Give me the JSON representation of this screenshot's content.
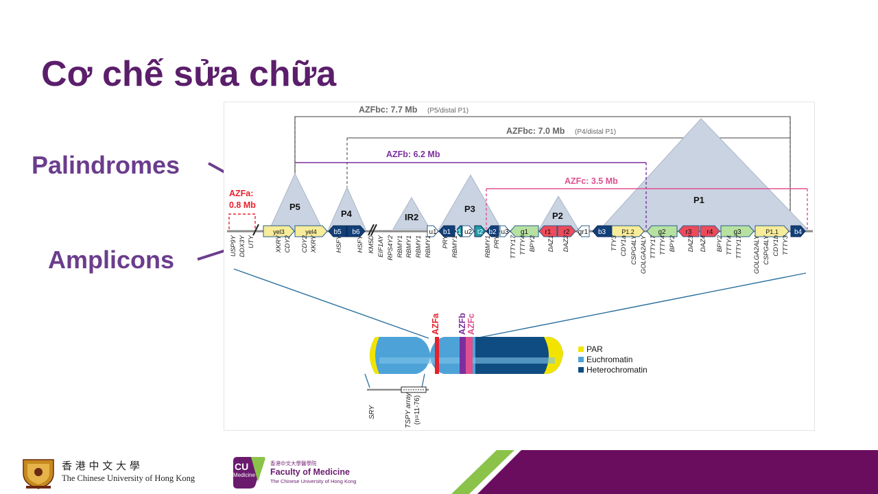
{
  "slide": {
    "title": "Cơ chế sửa chữa",
    "label_palindromes": "Palindromes",
    "label_amplicons": "Amplicons"
  },
  "diagram": {
    "spans": {
      "azfbc_77": "AZFbc: 7.7 Mb",
      "azfbc_77_note": "(P5/distal P1)",
      "azfbc_70": "AZFbc: 7.0 Mb",
      "azfbc_70_note": "(P4/distal P1)",
      "azfb": "AZFb: 6.2 Mb",
      "azfc": "AZFc: 3.5 Mb",
      "azfa_line1": "AZFa:",
      "azfa_line2": "0.8 Mb"
    },
    "palindromes": [
      "P5",
      "P4",
      "IR2",
      "P3",
      "P2",
      "P1"
    ],
    "segments": [
      "yel3",
      "yel4",
      "b5",
      "b6",
      "u1",
      "b1",
      "t1",
      "u2",
      "t2",
      "b2",
      "u3",
      "g1",
      "r1",
      "r2",
      "gr1",
      "b3",
      "P1.2",
      "g2",
      "r3",
      "r4",
      "g3",
      "P1.1",
      "b4"
    ],
    "genes": [
      "USP9Y",
      "DDX3Y",
      "UTY",
      "XKRY",
      "CDY2",
      "CDY2",
      "XKRY",
      "HSFY",
      "HSFY",
      "KM5D",
      "EIF1AY",
      "RPS4Y2",
      "RBMY1",
      "RBMY1",
      "RBMY1",
      "RBMY1",
      "PRY",
      "RBMY1",
      "RBMY1",
      "PRY",
      "TTTY17",
      "TTTY4",
      "BPY2",
      "DAZ1",
      "DAZ2",
      "TTY3",
      "CDY1a",
      "CSPG4LY",
      "GOLGA2ALY",
      "TTTY17",
      "TTTY4",
      "BPY2",
      "DAZ3",
      "DAZ4",
      "BPY2",
      "TTTY4",
      "TTTY17",
      "GOLGA2ALY",
      "CSPG4LY",
      "CDY1b",
      "TTTY3"
    ],
    "chromosome": {
      "band_azfa": "AZFa",
      "band_azfb": "AZFb",
      "band_azfc": "AZFc",
      "sry": "SRY",
      "tspy_line1": "TSPY array",
      "tspy_line2": "(n=11-76)"
    },
    "legend": [
      {
        "label": "PAR",
        "color": "#f3e400"
      },
      {
        "label": "Euchromatin",
        "color": "#4da3d8"
      },
      {
        "label": "Heterochromatin",
        "color": "#0f4c81"
      }
    ]
  },
  "footer": {
    "cuhk_chinese": "香 港 中 文 大 學",
    "cuhk_english": "The Chinese University of Hong Kong",
    "fom_logo_line1": "CU",
    "fom_logo_line2": "Medicine",
    "fom_chinese": "香港中文大學醫學院",
    "fom_title": "Faculty of Medicine",
    "fom_sub": "The Chinese University of Hong Kong"
  },
  "colors": {
    "title": "#5b1e6b",
    "label": "#6b3d8c",
    "azfa": "#e8202a",
    "azfb": "#7b2f9e",
    "azfc": "#e0508f",
    "palindrome_fill": "#c9d3e2",
    "footer_purple": "#6a0d5f",
    "footer_green": "#8bc34a"
  }
}
